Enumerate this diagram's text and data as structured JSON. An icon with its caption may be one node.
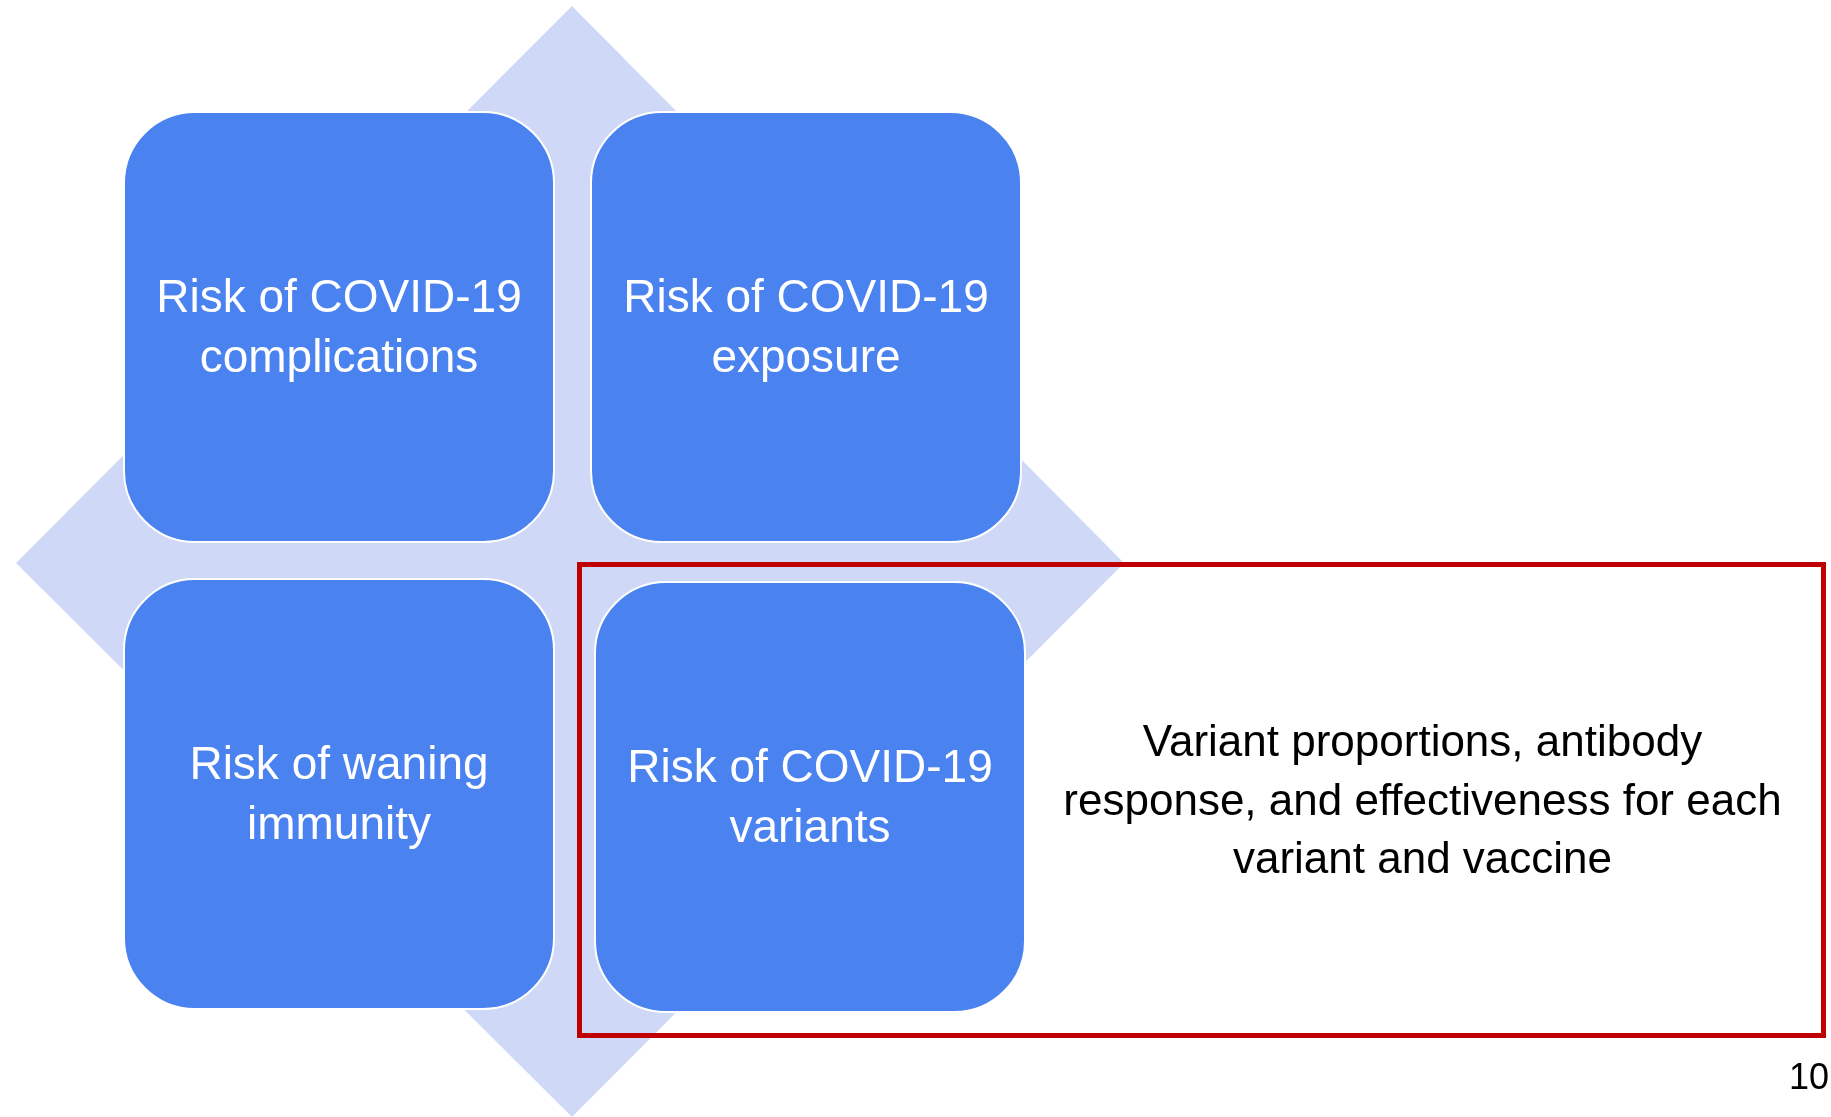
{
  "diagram": {
    "nodes": [
      {
        "text": [
          "Risk of COVID-19 complications"
        ]
      },
      {
        "text": [
          "Risk of COVID-19 exposure"
        ]
      },
      {
        "text": [
          "Risk of waning immunity"
        ]
      },
      {
        "text": [
          "Variant proportions, antibody response, and effectiveness for each variant and vaccine"
        ]
      },
      {
        "text": [
          "Risk of COVID-19 variants"
        ],
        "in": 3
      }
    ],
    "labels": [
      "10"
    ]
  }
}
